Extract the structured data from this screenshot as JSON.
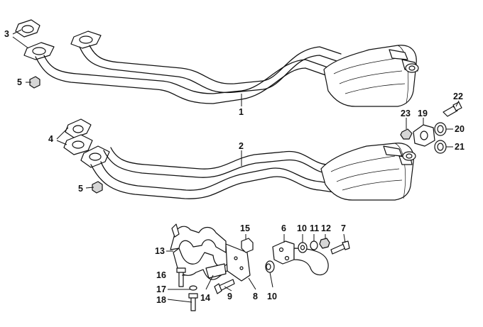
{
  "diagram": {
    "labels": {
      "p1": "1",
      "p2": "2",
      "p3": "3",
      "p4": "4",
      "p5a": "5",
      "p5b": "5",
      "p6": "6",
      "p7": "7",
      "p8": "8",
      "p9": "9",
      "p10a": "10",
      "p10b": "10",
      "p11": "11",
      "p12": "12",
      "p13": "13",
      "p14": "14",
      "p15": "15",
      "p16": "16",
      "p17": "17",
      "p18": "18",
      "p19": "19",
      "p20": "20",
      "p21": "21",
      "p22": "22",
      "p23": "23"
    }
  }
}
